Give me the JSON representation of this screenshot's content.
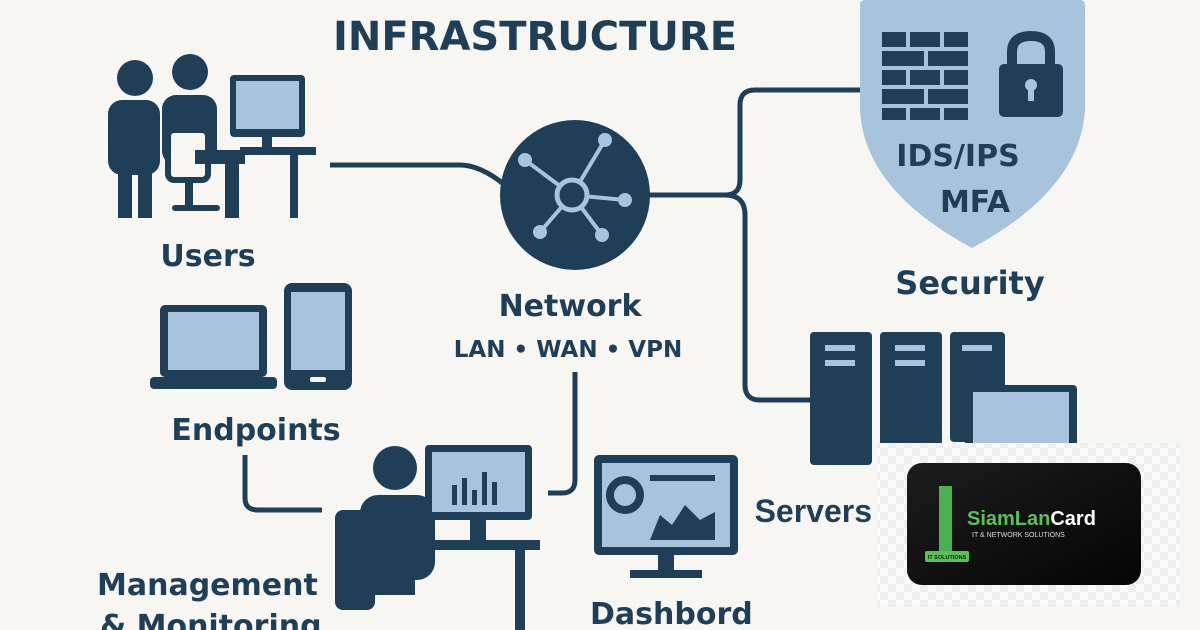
{
  "title": "INFRASTRUCTURE",
  "colors": {
    "primary": "#1f3f58",
    "light": "#a7c4dc",
    "background": "#f7f6f2",
    "logo_green": "#4caf50",
    "logo_card": "#111111"
  },
  "nodes": {
    "users": {
      "label": "Users",
      "icon": "users-workstation-icon"
    },
    "endpoints": {
      "label": "Endpoints",
      "icon": "laptop-tablet-icon"
    },
    "network": {
      "label": "Network",
      "sublabel": "LAN • WAN • VPN",
      "icon": "network-hub-icon"
    },
    "security": {
      "label": "Security",
      "shield_line1": "IDS/IPS",
      "shield_line2": "MFA",
      "icon": "shield-firewall-lock-icon"
    },
    "servers": {
      "label": "Servers",
      "icon": "server-rack-icon"
    },
    "management": {
      "label_line1": "Management",
      "label_line2": "& Monitoring",
      "icon": "operator-monitor-icon"
    },
    "dashboard": {
      "label": "Dashbord",
      "icon": "dashboard-monitor-icon"
    }
  },
  "logo": {
    "name_part1": "SiamLan",
    "name_part2": "Card",
    "tagline": "IT & NETWORK SOLUTIONS",
    "badge": "IT SOLUTIONS"
  }
}
